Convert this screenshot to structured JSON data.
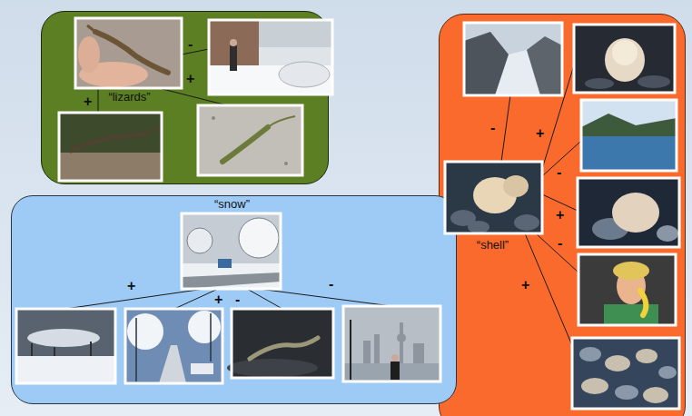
{
  "diagram": {
    "nodes": [
      {
        "text": [
          "“lizards”"
        ]
      },
      {
        "text": [
          "“snow”"
        ]
      },
      {
        "text": [
          "“shell”"
        ]
      }
    ],
    "labels": [
      "-",
      "+",
      "+",
      "+",
      "+",
      "-",
      "-",
      "-",
      "+",
      "-",
      "+",
      "-",
      "+"
    ]
  }
}
